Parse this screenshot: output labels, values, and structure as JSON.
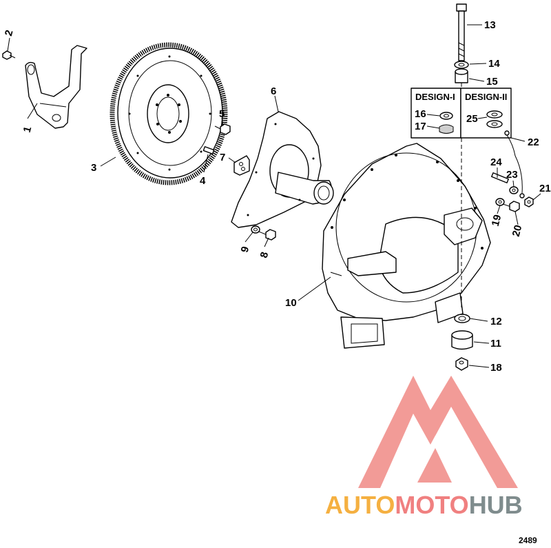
{
  "callouts": [
    {
      "id": "1",
      "label": "1"
    },
    {
      "id": "2",
      "label": "2"
    },
    {
      "id": "3",
      "label": "3"
    },
    {
      "id": "4",
      "label": "4"
    },
    {
      "id": "5",
      "label": "5"
    },
    {
      "id": "6",
      "label": "6"
    },
    {
      "id": "7",
      "label": "7"
    },
    {
      "id": "8",
      "label": "8"
    },
    {
      "id": "9",
      "label": "9"
    },
    {
      "id": "10",
      "label": "10"
    },
    {
      "id": "11",
      "label": "11"
    },
    {
      "id": "12",
      "label": "12"
    },
    {
      "id": "13",
      "label": "13"
    },
    {
      "id": "14",
      "label": "14"
    },
    {
      "id": "15",
      "label": "15"
    },
    {
      "id": "16",
      "label": "16"
    },
    {
      "id": "17",
      "label": "17"
    },
    {
      "id": "18",
      "label": "18"
    },
    {
      "id": "19",
      "label": "19"
    },
    {
      "id": "20",
      "label": "20"
    },
    {
      "id": "21",
      "label": "21"
    },
    {
      "id": "22",
      "label": "22"
    },
    {
      "id": "23",
      "label": "23"
    },
    {
      "id": "24",
      "label": "24"
    },
    {
      "id": "25",
      "label": "25"
    }
  ],
  "design_boxes": {
    "design_1": "DESIGN-I",
    "design_2": "DESIGN-II"
  },
  "figure_number": "2489",
  "watermark": {
    "part_1": "AUTO",
    "part_2": "MOTO",
    "part_3": "HUB",
    "colors": {
      "auto": "#f5b041",
      "moto": "#f08080",
      "hub": "#7f8c8d",
      "logo": "#f08a86"
    }
  }
}
